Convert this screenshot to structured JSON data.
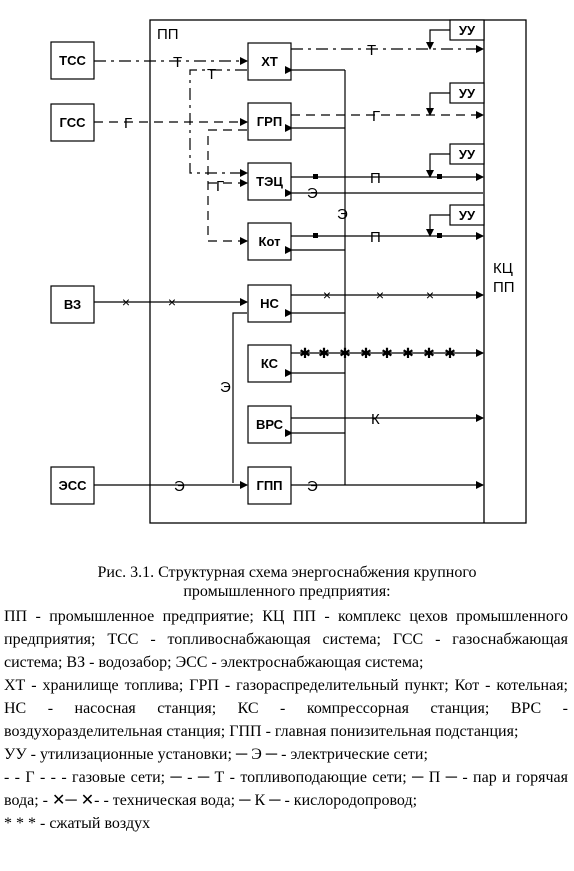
{
  "diagram": {
    "nodes": {
      "pp": "ПП",
      "kc": "КЦ ПП",
      "tss": "ТСС",
      "gss": "ГСС",
      "vz": "ВЗ",
      "ess": "ЭСС",
      "xt": "ХТ",
      "grp": "ГРП",
      "tec": "ТЭЦ",
      "kot": "Кот",
      "ns": "НС",
      "ks": "КС",
      "vrs": "ВРС",
      "gpp": "ГПП",
      "uu": "УУ"
    },
    "line_labels": {
      "fuel": "Т",
      "gas": "Г",
      "steam": "П",
      "electric": "Э",
      "oxygen": "К"
    },
    "markers": {
      "water": "×",
      "air": "✱"
    }
  },
  "caption": {
    "line1": "Рис. 3.1. Структурная схема энергоснабжения крупного",
    "line2": "промышленного предприятия:"
  },
  "legend": {
    "p1": "ПП - промышленное предприятие; КЦ ПП - комплекс цехов промышленного предприятия; ТСС - топливоснабжающая система; ГСС - газоснабжающая система; ВЗ - водозабор; ЭСС - электроснабжающая система;",
    "p2": "ХТ - хранилище топлива; ГРП - газораспределительный пункт; Кот - котельная; НС - насосная станция; КС - компрессорная станция; ВРС - воздухоразделительная станция; ГПП - главная понизительная подстанция;",
    "p3": "УУ - утилизационные установки; ─ Э ─ - электрические сети;",
    "p4": "- - Г - - - газовые сети; ─ - ─ Т - топливоподающие сети; ─ П ─ - пар и горячая вода; - ✕─ ✕- - техническая вода; ─ К ─ - кислородопровод;",
    "p5": "* * * - сжатый воздух"
  }
}
